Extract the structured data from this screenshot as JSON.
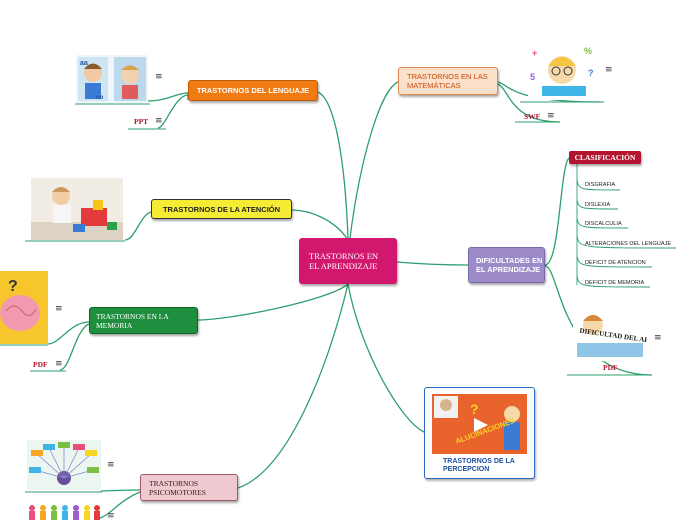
{
  "central": {
    "label": "TRASTORNOS EN EL APRENDIZAJE"
  },
  "branches": {
    "lenguaje": {
      "label": "TRASTORNOS DEL LENGUAJE",
      "attachment": "PPT"
    },
    "atencion": {
      "label": "TRASTORNOS DE LA ATENCIÓN"
    },
    "memoria": {
      "label": "TRASTORNOS EN LA MEMORIA",
      "attachment": "PDF"
    },
    "psicomotores": {
      "label": "TRASTORNOS PSICOMOTORES"
    },
    "matematicas": {
      "label": "TRASTORNOS EN LAS MATEMÁTICAS",
      "attachment": "SWF"
    },
    "dificultades": {
      "label": "DIFICULTADES EN EL APRENDIZAJE",
      "clasificacion": "CLASIFICACIÓN",
      "items": [
        "DISGRAFIA",
        "DISLEXIA",
        "DISCALCULIA",
        "ALTERACIONES DEL LENGUAJE",
        "DEFICIT DE ATENCION",
        "DEFICIT DE MEMORIA"
      ],
      "attachment": "PDF",
      "image_text": "DIFICULTAD DEL APRENDIZAJE"
    },
    "percepcion": {
      "label": "TRASTORNOS DE LA PERCEPCION",
      "image_text": "ALUCINACIONES"
    }
  },
  "icons": {
    "note": "≡"
  },
  "colors": {
    "central": "#d1176e",
    "lenguaje": "#f07b12",
    "atencion": "#f5ec33",
    "memoria": "#1f8f3f",
    "psicomotores": "#f0c8cf",
    "matematicas": "#fde0c9",
    "dificultades": "#9d8bc9",
    "clasificacion": "#b3142f",
    "percepcion": "#2a6bbf",
    "links": "#2e9f6e"
  }
}
